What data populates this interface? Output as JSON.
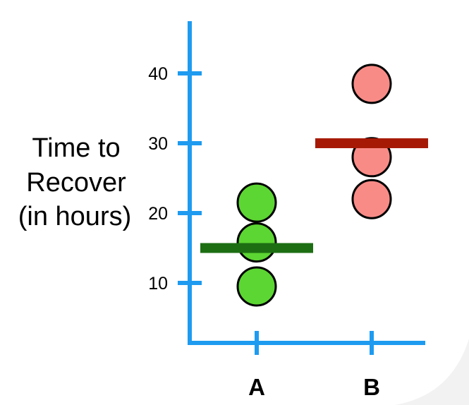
{
  "chart_data": {
    "type": "scatter",
    "title": "",
    "ylabel": [
      "Time to",
      "Recover",
      "(in hours)"
    ],
    "xlabel": "",
    "categories": [
      "A",
      "B"
    ],
    "ylim": [
      0,
      48
    ],
    "yticks": [
      10,
      20,
      30,
      40
    ],
    "grid": false,
    "legend": "none",
    "series": [
      {
        "category": "A",
        "values": [
          21.5,
          15.8,
          9.5
        ],
        "mean": 15,
        "point_color": "#5cd632",
        "mean_color": "#1d6e13"
      },
      {
        "category": "B",
        "values": [
          38.5,
          28.0,
          22.0
        ],
        "mean": 30,
        "point_color": "#f98b87",
        "mean_color": "#a61a05"
      }
    ],
    "axis_color": "#1e9bf0"
  }
}
